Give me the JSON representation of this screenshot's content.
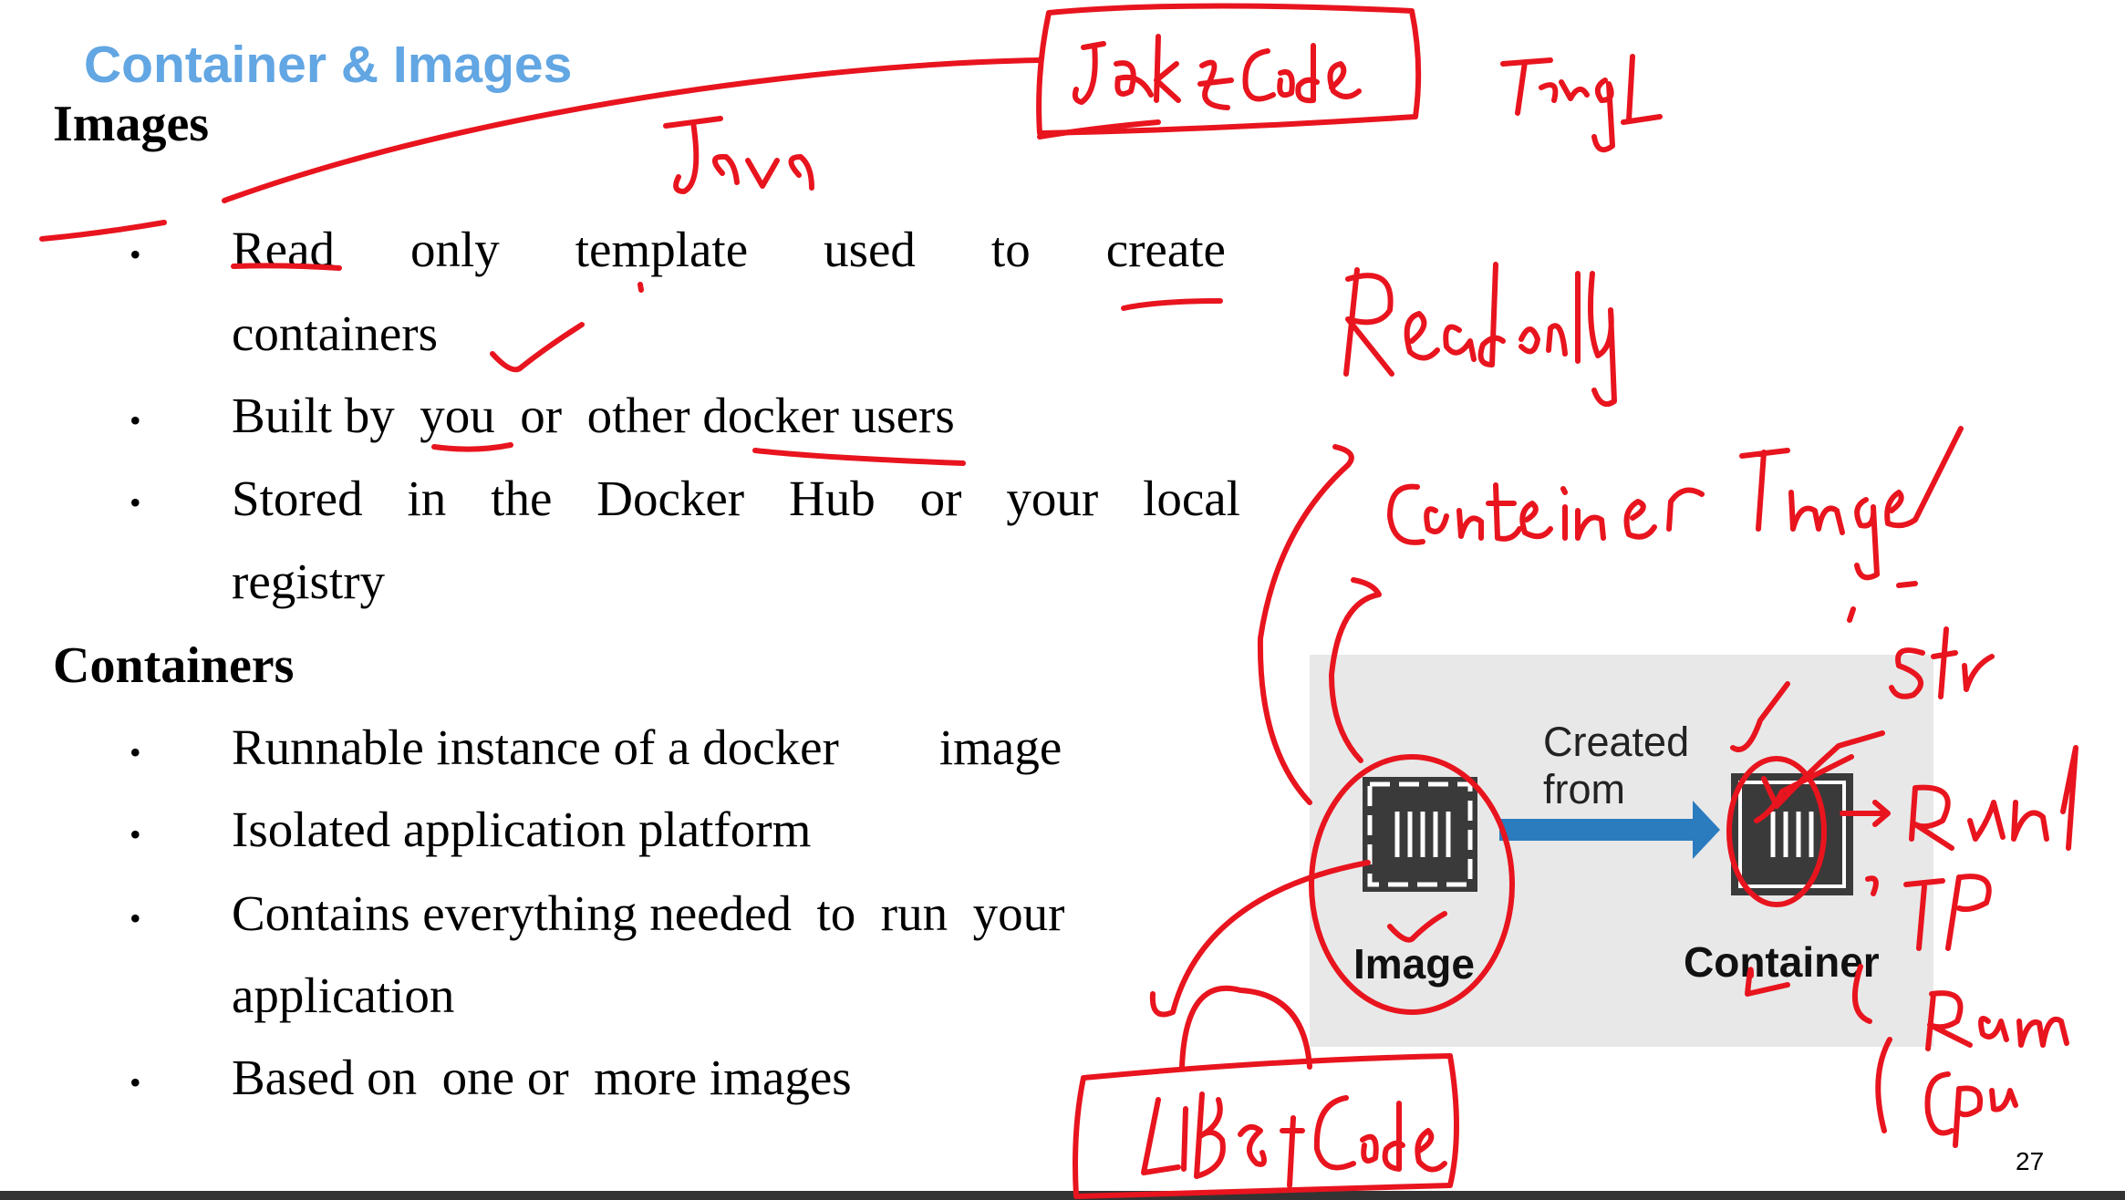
{
  "slide": {
    "title": "Container & Images",
    "page_number": "27"
  },
  "images_section": {
    "heading": "Images",
    "bullets": [
      {
        "words": [
          "Read",
          "only",
          "template",
          "used",
          "to",
          "create"
        ],
        "cont": "containers"
      },
      {
        "text": "Built by  you  or  other docker users"
      },
      {
        "words": [
          "Stored",
          "in",
          "the",
          "Docker",
          "Hub",
          "or",
          "your",
          "local"
        ],
        "cont": "registry"
      }
    ]
  },
  "containers_section": {
    "heading": "Containers",
    "bullets": [
      {
        "text": "Runnable instance of a docker        image"
      },
      {
        "text": "Isolated application platform"
      },
      {
        "text": "Contains everything needed  to  run  your",
        "cont": "application"
      },
      {
        "text": "Based on  one or  more images"
      }
    ]
  },
  "diagram": {
    "arrow_label_line1": "Created",
    "arrow_label_line2": "from",
    "image_label": "Image",
    "container_label": "Container",
    "colors": {
      "background": "#e8e8e8",
      "arrow": "#2b7bbf",
      "box": "#3a3a3a"
    }
  },
  "annotations": {
    "ink_color": "#e8141e",
    "handwritten_text": [
      "Jdk + Code",
      "Java",
      "Img I",
      "Readonly",
      "Container Image",
      "Libs + Code",
      "Str",
      "Run",
      "IP",
      "Ram",
      "Cpu"
    ]
  }
}
